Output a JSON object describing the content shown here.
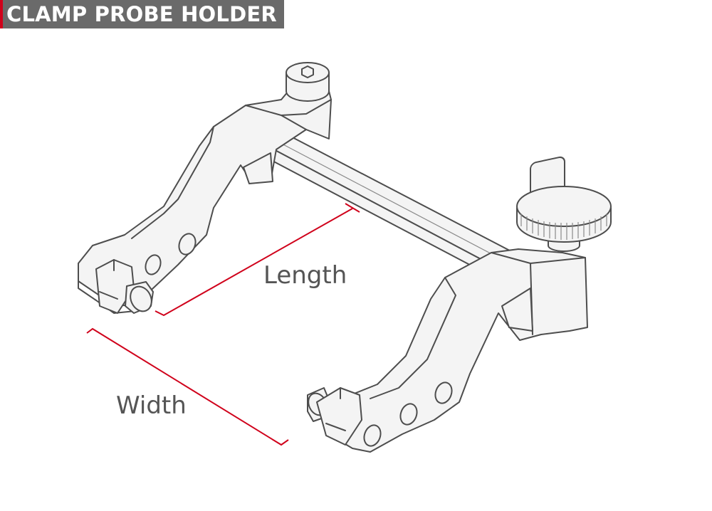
{
  "header": {
    "title": "CLAMP PROBE HOLDER"
  },
  "labels": {
    "length": "Length",
    "width": "Width"
  },
  "colors": {
    "accent": "#d0021b",
    "header_bg": "#6a6a6a",
    "dimension_line": "#d0021b",
    "label_text": "#555555"
  },
  "icons": [
    "hex-socket-screw-icon",
    "knurled-thumb-knob-icon",
    "hex-nut-icon"
  ]
}
